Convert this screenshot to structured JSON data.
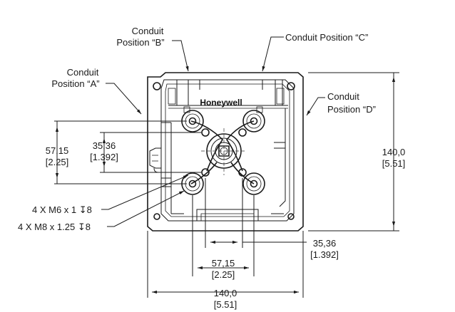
{
  "brand": "Honeywell",
  "conduit": {
    "a_line1": "Conduit",
    "a_line2": "Position “A”",
    "b_line1": "Conduit",
    "b_line2": "Position “B”",
    "c_line1": "Conduit Position “C”",
    "d_line1": "Conduit",
    "d_line2": "Position “D”"
  },
  "dims": {
    "left_outer_mm": "57,15",
    "left_outer_in": "[2.25]",
    "left_inner_mm": "35,36",
    "left_inner_in": "[1.392]",
    "right_mm": "140,0",
    "right_in": "[5.51]",
    "bottom_right_mm": "35,36",
    "bottom_right_in": "[1.392]",
    "bottom_mid_mm": "57,15",
    "bottom_mid_in": "[2.25]",
    "bottom_mm": "140,0",
    "bottom_in": "[5.51]"
  },
  "callouts": {
    "m6": "4 X M6 x 1 ↧8",
    "m8": "4 X M8 x 1.25 ↧8"
  }
}
